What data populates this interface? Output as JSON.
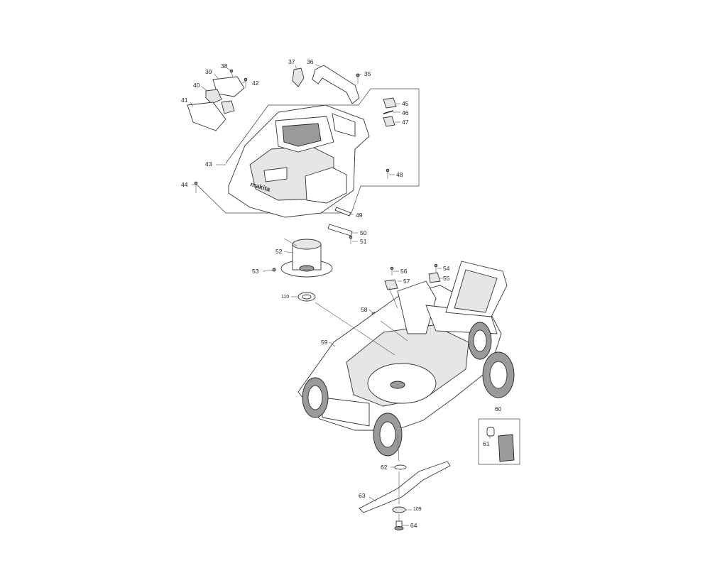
{
  "brand": "makita",
  "colors": {
    "line": "#333333",
    "part_fill": "#e6e6e6",
    "dark_fill": "#9a9a9a",
    "background": "#ffffff"
  },
  "callouts": {
    "c35": "35",
    "c36": "36",
    "c37": "37",
    "c38": "38",
    "c39": "39",
    "c40": "40",
    "c41": "41",
    "c42": "42",
    "c43": "43",
    "c44": "44",
    "c45": "45",
    "c46": "46",
    "c47": "47",
    "c48": "48",
    "c49": "49",
    "c50": "50",
    "c51": "51",
    "c52": "52",
    "c53": "53",
    "c54": "54",
    "c55": "55",
    "c56": "56",
    "c57": "57",
    "c58": "58",
    "c59": "59",
    "c60": "60",
    "c61": "61",
    "c62": "62",
    "c63": "63",
    "c64": "64",
    "c109": "109",
    "c110": "110"
  }
}
